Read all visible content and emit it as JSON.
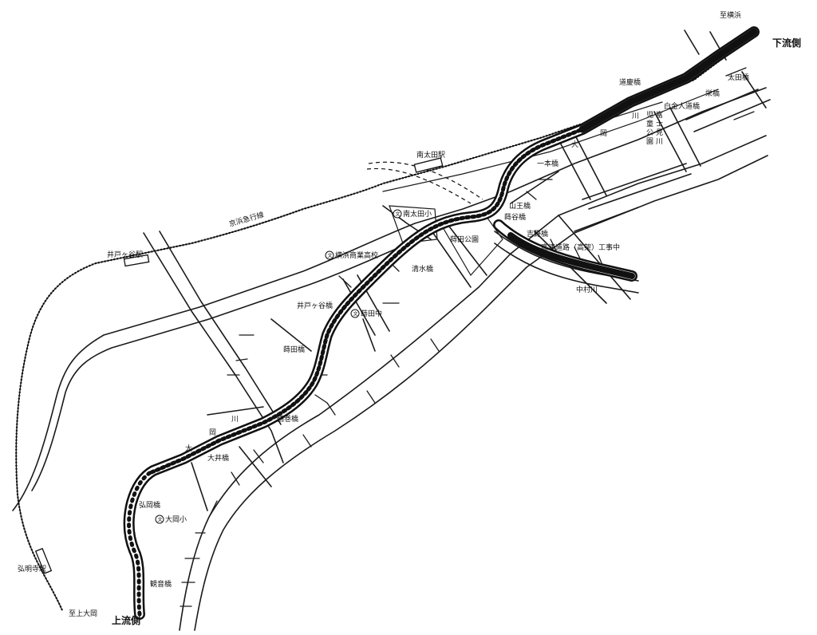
{
  "directions": {
    "downstream": "下流側",
    "upstream": "上流側"
  },
  "destinations": {
    "to_yokohama": "至横浜",
    "to_kamiooka": "至上大岡"
  },
  "stations": {
    "minami_ota": "南太田駅",
    "idogaya": "井戸ヶ谷駅",
    "gumyoji": "弘明寺駅"
  },
  "railway": "京浜急行線",
  "river_name": [
    "大",
    "岡",
    "川"
  ],
  "nakamura_river": "中村川",
  "fuji_river": [
    "児",
    "童",
    "富",
    "士",
    "公",
    "見",
    "園",
    "川"
  ],
  "expressway": "高速道路（高架）工事中",
  "bridges": {
    "michikawa": "道慶橋",
    "ota": "太田橋",
    "sakae": "栄橋",
    "shirokura": "白金人道橋",
    "ippon": "一本橋",
    "sanno": "山王橋",
    "kuromon": "蒔谷橋",
    "yoshino": "吉野橋",
    "shimizu": "清水橋",
    "idogaya": "井戸ヶ谷橋",
    "maita": "蒔田橋",
    "tsuruga": "鶴巻橋",
    "oi": "大井橋",
    "gumyo": "弘岡橋",
    "kannon": "観音橋"
  },
  "facilities": {
    "minami_ota_es": "南太田小",
    "yokohama_hs": "横浜商業高校",
    "maita_park": "蒔田公園",
    "maita_jhs": "蒔田中",
    "ooka_es": "大岡小"
  },
  "school_symbol": "文"
}
